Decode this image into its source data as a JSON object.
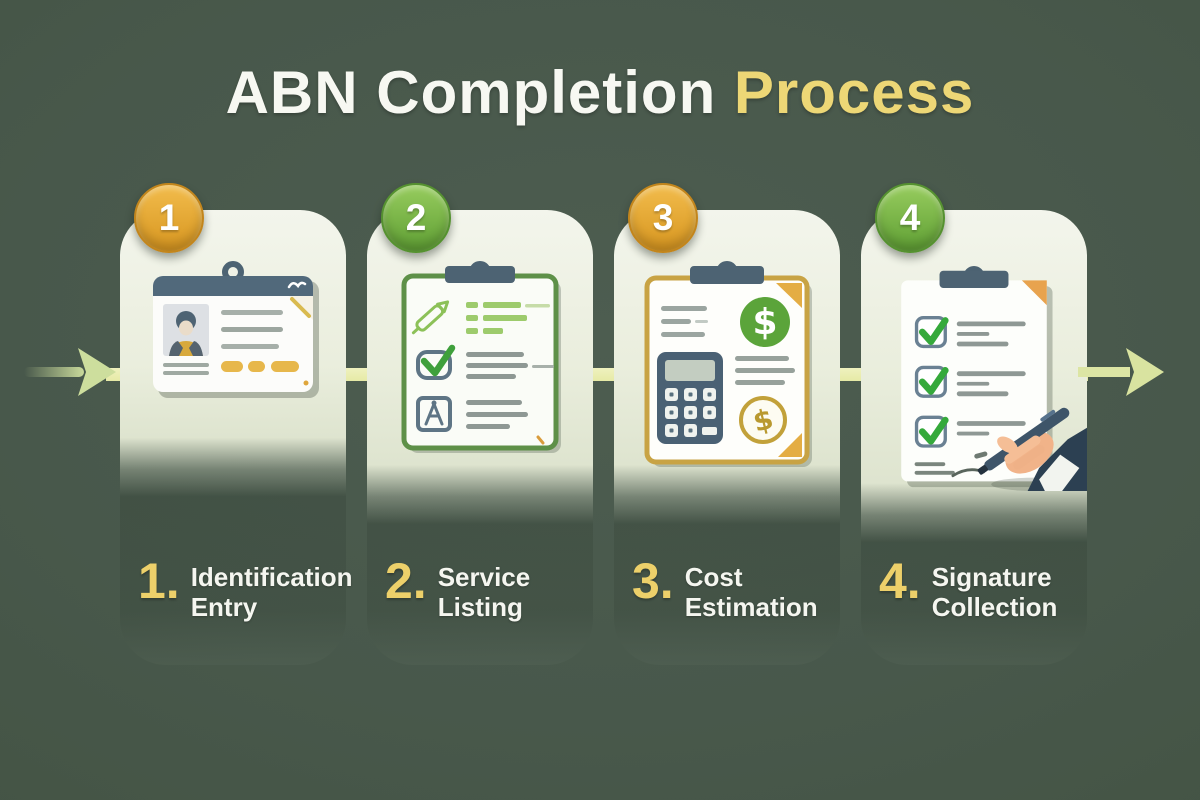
{
  "title": {
    "prefix": "ABN Completion ",
    "highlight": "Process"
  },
  "steps": [
    {
      "number": "1",
      "badge_color": "gold",
      "label_number": "1.",
      "label_line1": "Identification",
      "label_line2": "Entry",
      "icon": "id-card-icon"
    },
    {
      "number": "2",
      "badge_color": "green",
      "label_number": "2.",
      "label_line1": "Service",
      "label_line2": "Listing",
      "icon": "service-checklist-icon"
    },
    {
      "number": "3",
      "badge_color": "gold",
      "label_number": "3.",
      "label_line1": "Cost",
      "label_line2": "Estimation",
      "icon": "calculator-cost-icon"
    },
    {
      "number": "4",
      "badge_color": "green",
      "label_number": "4.",
      "label_line1": "Signature",
      "label_line2": "Collection",
      "icon": "signature-pen-icon"
    }
  ],
  "colors": {
    "background": "#48584B",
    "title_white": "#F7F8F2",
    "title_yellow": "#EDD776",
    "label_number_yellow": "#EDD06A",
    "badge_gold": "#E2A630",
    "badge_green": "#76B044",
    "connector_yellow": "#E9ECAF",
    "arrow_green": "#C9DA9B",
    "clipboard_green_border": "#5E9048",
    "clipboard_gold_border": "#C8A344",
    "money_green": "#5BA43A",
    "slate_blue": "#4D6373",
    "accent_yellow_pills": "#E7B74B"
  }
}
